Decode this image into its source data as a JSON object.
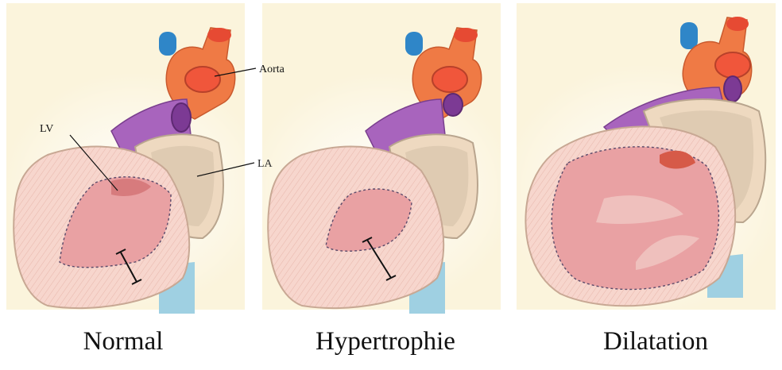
{
  "captions": {
    "normal": "Normal",
    "hypertrophy": "Hypertrophie",
    "dilatation": "Dilatation"
  },
  "labels": {
    "aorta": "Aorta",
    "lv": "LV",
    "la": "LA"
  },
  "colors": {
    "background": "#fbf4dc",
    "myocardium": "#f6d3cb",
    "cavity": "#e9a1a3",
    "atrium": "#e4d3bd",
    "aorta": "#ef7a45",
    "pulmonary": "#9b4fb0",
    "vein": "#8ec8dd",
    "vena_cava": "#2f86c8"
  }
}
